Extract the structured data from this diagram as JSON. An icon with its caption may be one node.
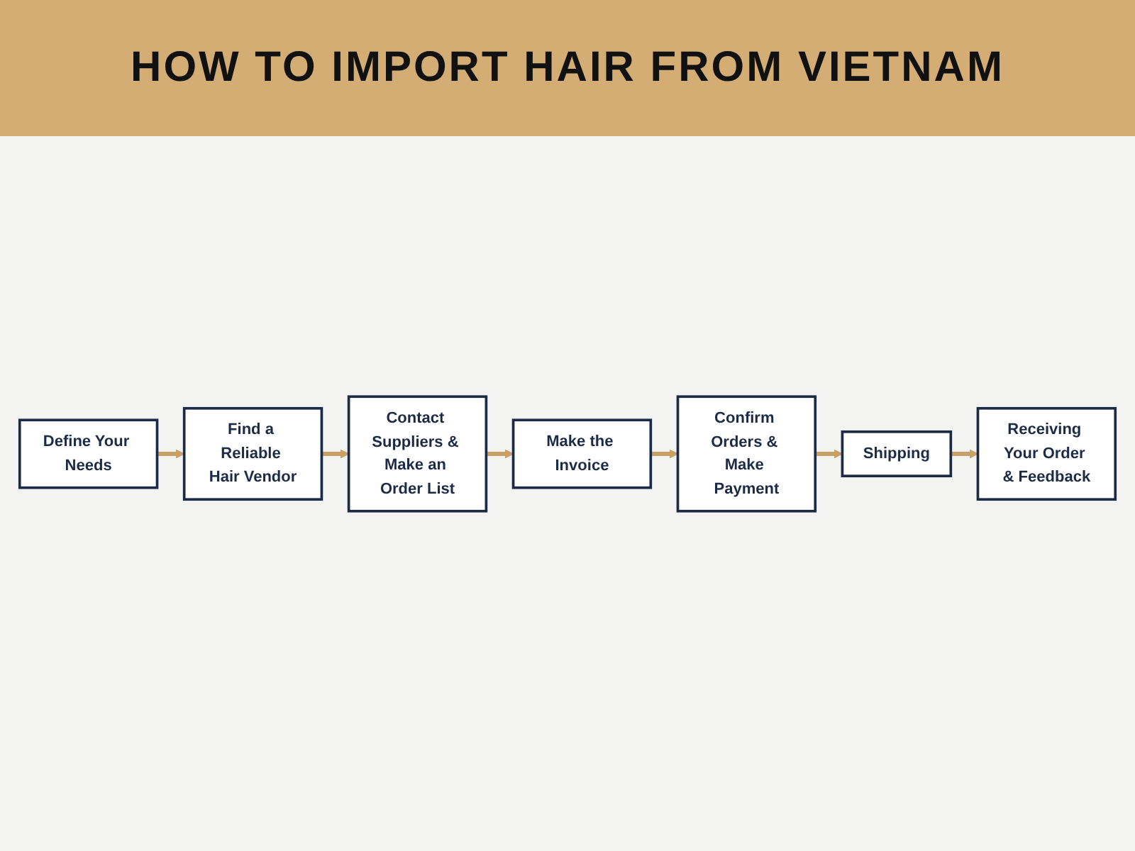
{
  "diagram": {
    "title": "HOW TO IMPORT HAIR FROM VIETNAM",
    "nodes": [
      {
        "text": [
          "Define Your Needs"
        ]
      },
      {
        "text": [
          "Find a Reliable Hair Vendor"
        ]
      },
      {
        "text": [
          "Contact Suppliers & Make an Order List"
        ]
      },
      {
        "text": [
          "Make the Invoice"
        ]
      },
      {
        "text": [
          "Confirm Orders & Make Payment"
        ]
      },
      {
        "text": [
          "Shipping"
        ]
      },
      {
        "text": [
          "Receiving Your Order & Feedback"
        ]
      }
    ],
    "edges": [
      {
        "from": 0,
        "to": 1,
        "arrow": "to"
      },
      {
        "from": 1,
        "to": 2,
        "arrow": "to"
      },
      {
        "from": 2,
        "to": 3,
        "arrow": "to"
      },
      {
        "from": 3,
        "to": 4,
        "arrow": "to"
      },
      {
        "from": 4,
        "to": 5,
        "arrow": "to"
      },
      {
        "from": 5,
        "to": 6,
        "arrow": "to"
      }
    ]
  }
}
